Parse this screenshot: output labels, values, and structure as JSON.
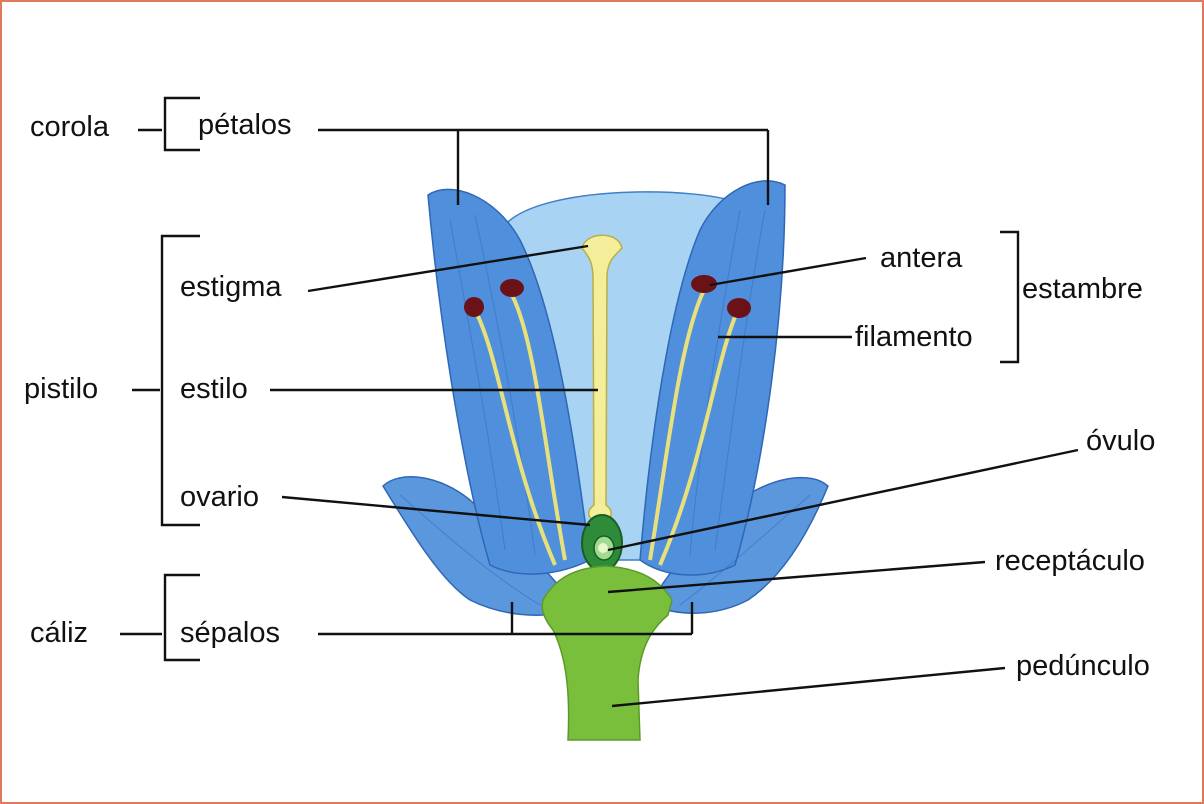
{
  "labels": {
    "corola": "corola",
    "petalos": "pétalos",
    "estigma": "estigma",
    "pistilo": "pistilo",
    "estilo": "estilo",
    "ovario": "ovario",
    "caliz": "cáliz",
    "sepalos": "sépalos",
    "antera": "antera",
    "estambre": "estambre",
    "filamento": "filamento",
    "ovulo": "óvulo",
    "receptaculo": "receptáculo",
    "pedunculo": "pedúnculo"
  },
  "colors": {
    "frame_border": "#e07a5a",
    "petal_outer": "#4f8fdc",
    "petal_inner": "#a9d3f3",
    "sepal": "#5b97dd",
    "style_yellow": "#f4ee9a",
    "anther": "#6b1218",
    "ovary_green": "#2e8b3a",
    "receptacle_green": "#79bf3c"
  }
}
